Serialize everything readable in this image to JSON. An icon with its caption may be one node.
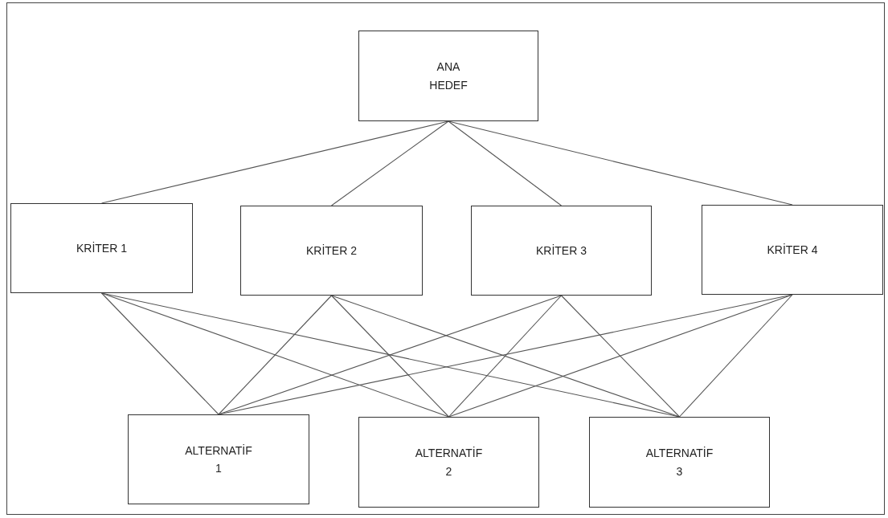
{
  "diagram": {
    "nodes": [
      {
        "text": [
          "ANA HEDEF"
        ]
      },
      {
        "text": [
          "KRİTER 1"
        ]
      },
      {
        "text": [
          "KRİTER 2"
        ]
      },
      {
        "text": [
          "KRİTER 3"
        ]
      },
      {
        "text": [
          "KRİTER 4"
        ]
      },
      {
        "text": [
          "ALTERNATİF 1"
        ]
      },
      {
        "text": [
          "ALTERNATİF 2"
        ]
      },
      {
        "text": [
          "ALTERNATİF 3"
        ]
      }
    ],
    "edges": [
      {
        "from": 0,
        "to": 1,
        "arrow": "none"
      },
      {
        "from": 0,
        "to": 2,
        "arrow": "none"
      },
      {
        "from": 0,
        "to": 3,
        "arrow": "none"
      },
      {
        "from": 0,
        "to": 4,
        "arrow": "none"
      },
      {
        "from": 1,
        "to": 5,
        "arrow": "none"
      },
      {
        "from": 1,
        "to": 6,
        "arrow": "none"
      },
      {
        "from": 1,
        "to": 7,
        "arrow": "none"
      },
      {
        "from": 2,
        "to": 5,
        "arrow": "none"
      },
      {
        "from": 2,
        "to": 6,
        "arrow": "none"
      },
      {
        "from": 2,
        "to": 7,
        "arrow": "none"
      },
      {
        "from": 3,
        "to": 5,
        "arrow": "none"
      },
      {
        "from": 3,
        "to": 6,
        "arrow": "none"
      },
      {
        "from": 3,
        "to": 7,
        "arrow": "none"
      },
      {
        "from": 4,
        "to": 5,
        "arrow": "none"
      },
      {
        "from": 4,
        "to": 6,
        "arrow": "none"
      },
      {
        "from": 4,
        "to": 7,
        "arrow": "none"
      }
    ]
  }
}
